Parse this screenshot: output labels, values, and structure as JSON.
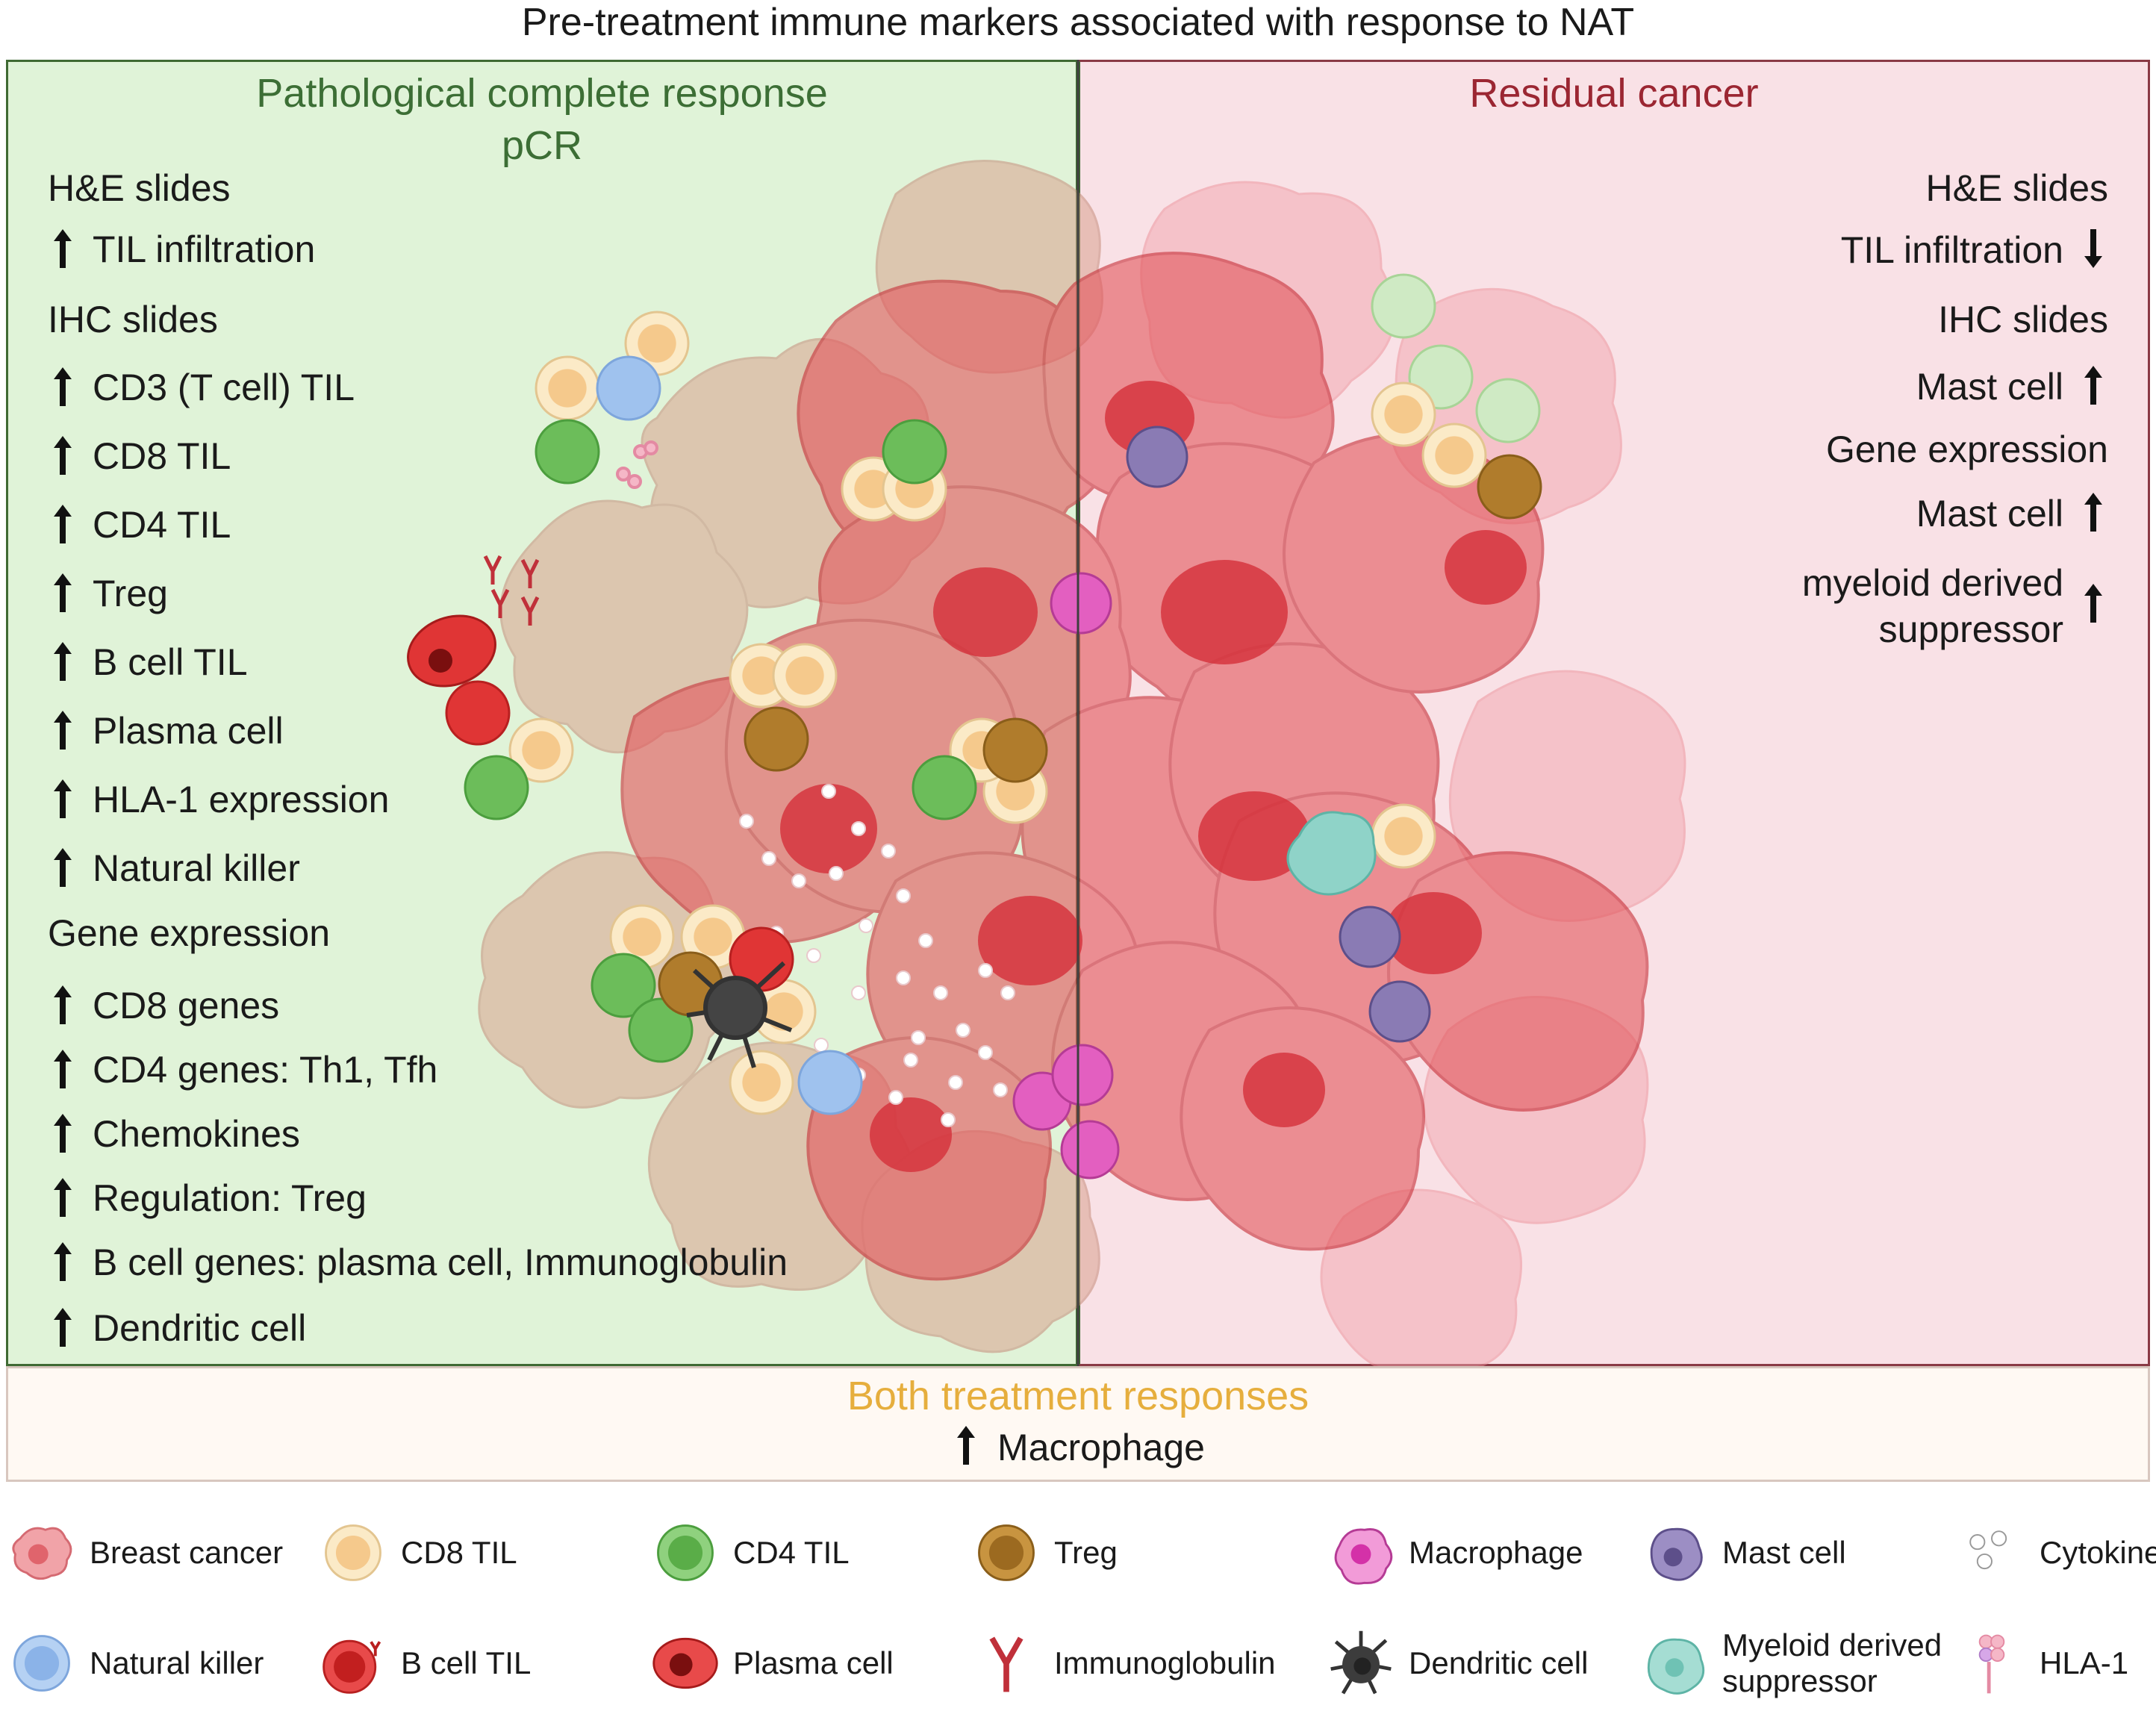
{
  "title": "Pre-treatment immune markers associated with response to NAT",
  "pcr_panel": {
    "title_line1": "Pathological complete response",
    "title_line2": "pCR",
    "sections": [
      {
        "heading": "H&E slides",
        "items": [
          "TIL infiltration"
        ]
      },
      {
        "heading": "IHC slides",
        "items": [
          "CD3 (T cell) TIL",
          "CD8 TIL",
          "CD4 TIL",
          "Treg",
          "B cell TIL",
          "Plasma cell",
          "HLA-1 expression",
          "Natural killer"
        ]
      },
      {
        "heading": "Gene expression",
        "items": [
          "CD8 genes",
          "CD4 genes: Th1, Tfh",
          "Chemokines",
          "Regulation: Treg",
          "B cell genes: plasma cell, Immunoglobulin",
          "Dendritic cell"
        ]
      }
    ]
  },
  "residual_panel": {
    "title": "Residual cancer",
    "rows": [
      {
        "kind": "heading",
        "text": "H&E slides"
      },
      {
        "kind": "item",
        "text": "TIL infiltration",
        "direction": "down"
      },
      {
        "kind": "heading",
        "text": "IHC slides"
      },
      {
        "kind": "item",
        "text": "Mast cell",
        "direction": "up"
      },
      {
        "kind": "heading",
        "text": "Gene expression"
      },
      {
        "kind": "item",
        "text": "Mast cell",
        "direction": "up"
      }
    ],
    "mds_line1": "myeloid derived",
    "mds_line2": "suppressor"
  },
  "both_panel": {
    "title": "Both treatment responses",
    "item": "Macrophage"
  },
  "legend": [
    {
      "label": "Breast cancer",
      "icon": "breast-cancer-icon"
    },
    {
      "label": "CD8 TIL",
      "icon": "cd8-til-icon"
    },
    {
      "label": "CD4 TIL",
      "icon": "cd4-til-icon"
    },
    {
      "label": "Treg",
      "icon": "treg-icon"
    },
    {
      "label": "Macrophage",
      "icon": "macrophage-icon"
    },
    {
      "label": "Mast cell",
      "icon": "mast-cell-icon"
    },
    {
      "label": "Cytokine",
      "icon": "cytokine-icon"
    },
    {
      "label": "Natural killer",
      "icon": "natural-killer-icon"
    },
    {
      "label": "B cell TIL",
      "icon": "b-cell-til-icon"
    },
    {
      "label": "Plasma cell",
      "icon": "plasma-cell-icon"
    },
    {
      "label": "Immunoglobulin",
      "icon": "immunoglobulin-icon"
    },
    {
      "label": "Dendritic cell",
      "icon": "dendritic-cell-icon"
    },
    {
      "label": "Myeloid derived",
      "label2": "suppressor",
      "icon": "myeloid-derived-suppressor-icon"
    },
    {
      "label": "HLA-1",
      "icon": "hla-1-icon"
    }
  ],
  "colors": {
    "pcr_bg": "#e0f3d8",
    "residual_bg": "#f9e1e6",
    "both_bg": "#fff9f3",
    "pcr_title": "#3c6e35",
    "residual_title": "#9b2632",
    "both_title": "#e6ae3d",
    "cd8": "#f7d9a7",
    "cd4": "#6cbd5a",
    "treg": "#b07c2c",
    "nk": "#9fc2ee",
    "bcell": "#e03535",
    "macrophage": "#e35fc0",
    "mast": "#8a7bb4",
    "mds": "#8fd3c8",
    "tumor": "#e35a5f"
  }
}
